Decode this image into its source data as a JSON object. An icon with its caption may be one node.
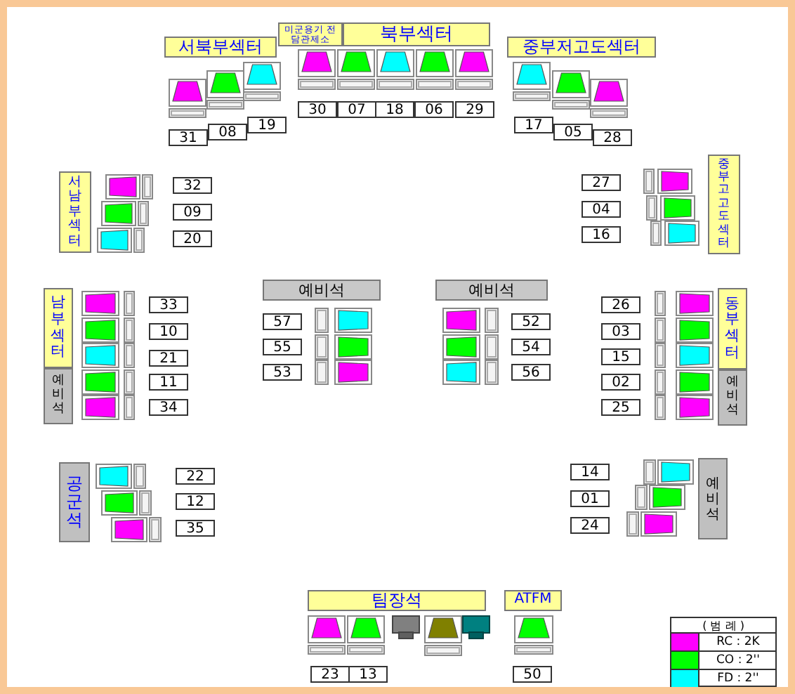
{
  "diagram": {
    "nodes": [
      {
        "text": [
          "미군용기 전담관제소"
        ]
      },
      {
        "text": [
          "북부섹터"
        ]
      },
      {
        "text": [
          "서북부섹터"
        ]
      },
      {
        "text": [
          "중부저고도섹터"
        ]
      },
      {
        "text": [
          "서남부섹터"
        ]
      },
      {
        "text": [
          "중부고고도섹터"
        ]
      },
      {
        "text": [
          "남부섹터"
        ]
      },
      {
        "text": [
          "예비석"
        ]
      },
      {
        "text": [
          "예비석"
        ]
      },
      {
        "text": [
          "예비석"
        ]
      },
      {
        "text": [
          "동부섹터"
        ]
      },
      {
        "text": [
          "예비석"
        ]
      },
      {
        "text": [
          "공군석"
        ]
      },
      {
        "text": [
          "예비석"
        ]
      },
      {
        "text": [
          "팀장석"
        ]
      },
      {
        "text": [
          "ATFM"
        ]
      }
    ],
    "labels": [
      "30",
      "07",
      "18",
      "06",
      "29",
      "19",
      "08",
      "17",
      "31",
      "05",
      "28",
      "32",
      "27",
      "09",
      "04",
      "20",
      "16",
      "33",
      "26",
      "57",
      "52",
      "10",
      "03",
      "55",
      "54",
      "21",
      "15",
      "53",
      "56",
      "11",
      "02",
      "34",
      "25",
      "22",
      "14",
      "12",
      "01",
      "35",
      "24",
      "23",
      "13",
      "50",
      "( 범 례 )"
    ],
    "legend": [
      {
        "text": "RC : 2K",
        "color": "#ff00ff"
      },
      {
        "text": "CO : 2''",
        "color": "#00ff00"
      },
      {
        "text": "FD : 2''",
        "color": "#00ffff"
      }
    ]
  }
}
